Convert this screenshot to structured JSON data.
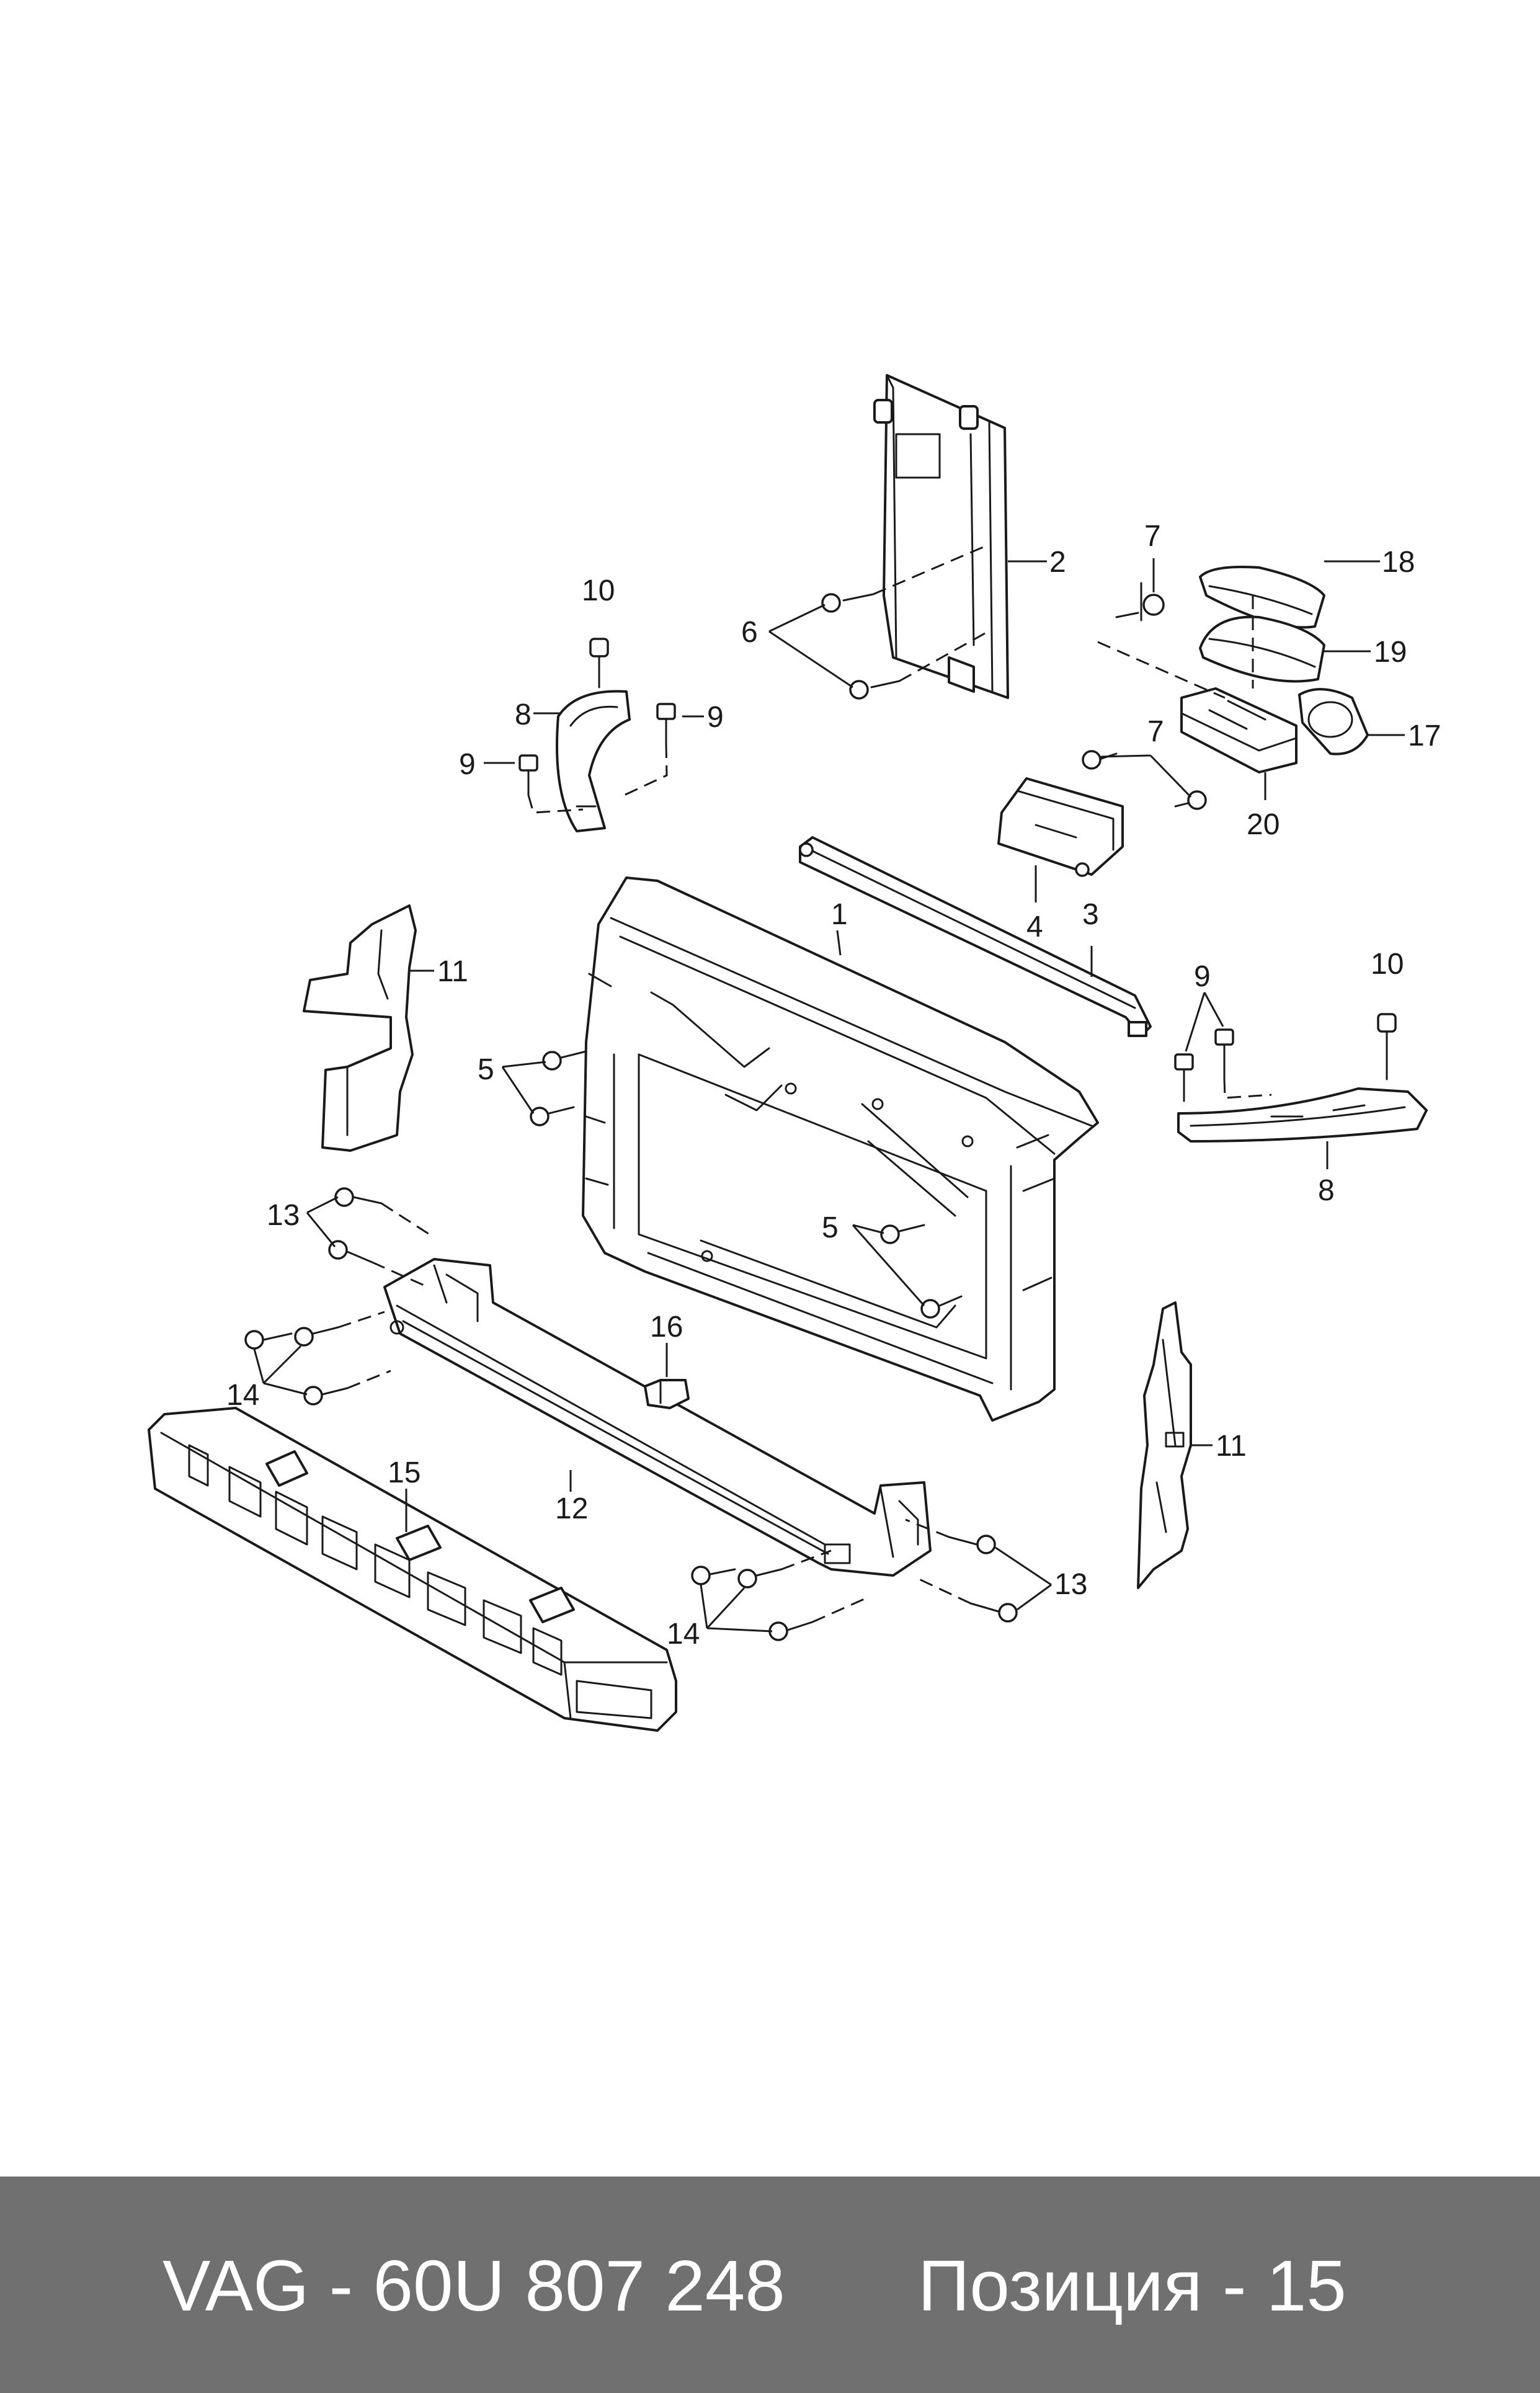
{
  "callouts": {
    "c1": "1",
    "c2": "2",
    "c3": "3",
    "c4": "4",
    "c5a": "5",
    "c5b": "5",
    "c6": "6",
    "c7a": "7",
    "c7b": "7",
    "c8a": "8",
    "c8b": "8",
    "c9a": "9",
    "c9b": "9",
    "c9c": "9",
    "c10a": "10",
    "c10b": "10",
    "c11a": "11",
    "c11b": "11",
    "c12": "12",
    "c13a": "13",
    "c13b": "13",
    "c14a": "14",
    "c14b": "14",
    "c15": "15",
    "c16": "16",
    "c17": "17",
    "c18": "18",
    "c19": "19",
    "c20": "20"
  },
  "footer": {
    "part_number": "VAG - 60U 807 248",
    "position": "Позиция - 15"
  }
}
